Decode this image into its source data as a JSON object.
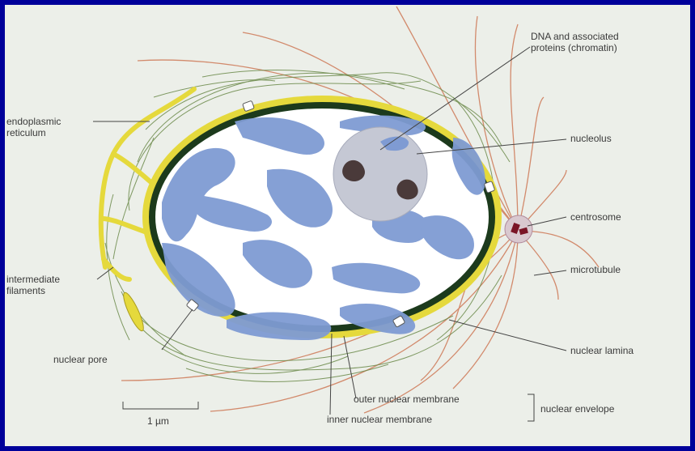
{
  "labels": {
    "dna": [
      "DNA and associated",
      "proteins (chromatin)"
    ],
    "er": [
      "endoplasmic",
      "reticulum"
    ],
    "nucleolus": "nucleolus",
    "centrosome": "centrosome",
    "microtubule": "microtubule",
    "intermediate": [
      "intermediate",
      "filaments"
    ],
    "nuclear_pore": "nuclear pore",
    "nuclear_lamina": "nuclear lamina",
    "outer_membrane": "outer nuclear membrane",
    "inner_membrane": "inner nuclear membrane",
    "nuclear_envelope": "nuclear envelope",
    "scale": "1 µm"
  },
  "colors": {
    "frame": "#00009a",
    "background": "#ecefe9",
    "chromatin": "#7f9bd3",
    "nucleoplasm": "#ffffff",
    "lamina": "#1c3a1c",
    "membrane": "#e5d93c",
    "nucleolus": "#c5c8d4",
    "filament": "#6b8a4a",
    "microtubule": "#d28a6c",
    "centrosome": "#7a1426"
  }
}
